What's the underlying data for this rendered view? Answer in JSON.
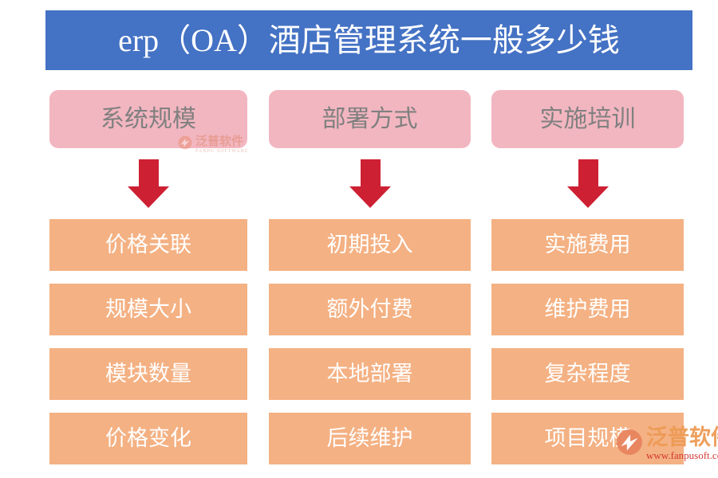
{
  "title": {
    "text": "erp（OA）酒店管理系统一般多少钱",
    "bar_color": "#4472C4",
    "text_color": "#FFFFFF"
  },
  "palette": {
    "header_box": "#F2B6C0",
    "header_text": "#808080",
    "item_box": "#F4B183",
    "item_text": "#FFFFFF",
    "arrow": "#CE2033",
    "background": "#FFFFFF"
  },
  "columns": [
    {
      "header": "系统规模",
      "arrow": "down-arrow",
      "items": [
        "价格关联",
        "规模大小",
        "模块数量",
        "价格变化"
      ]
    },
    {
      "header": "部署方式",
      "arrow": "down-arrow",
      "items": [
        "初期投入",
        "额外付费",
        "本地部署",
        "后续维护"
      ]
    },
    {
      "header": "实施培训",
      "arrow": "down-arrow",
      "items": [
        "实施费用",
        "维护费用",
        "复杂程度",
        "项目规模"
      ]
    }
  ],
  "watermarks": {
    "center": {
      "name": "泛普软件",
      "url": "FANPU SOFTWARE"
    },
    "corner": {
      "name": "泛普软件",
      "url": "www.fanpusoft.com"
    }
  }
}
